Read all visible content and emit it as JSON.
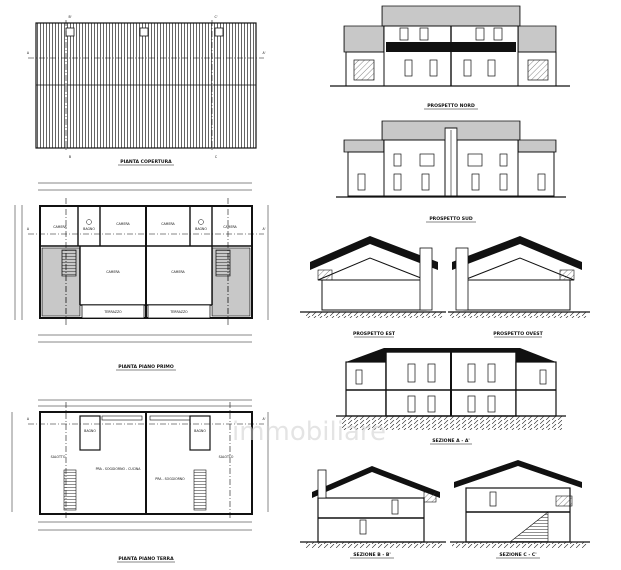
{
  "drawings": {
    "roof_plan": {
      "title": "PIANTA COPERTURA"
    },
    "first_floor_plan": {
      "title": "PIANTA PIANO PRIMO",
      "rooms": [
        "BAGNO",
        "CAMERA",
        "CAMERA",
        "CAMERA",
        "CAMERA",
        "BAGNO",
        "CAMERA",
        "CAMERA",
        "TERRAZZO",
        "TERRAZZO"
      ]
    },
    "ground_floor_plan": {
      "title": "PIANTA PIANO TERRA",
      "rooms": [
        "BAGNO",
        "BAGNO",
        "SALOTTO",
        "PRA - SOGGIORNO - CUCINA",
        "PRA - SOGGIORNO",
        "SALOTTO"
      ]
    },
    "north_elevation": {
      "title": "PROSPETTO NORD"
    },
    "south_elevation": {
      "title": "PROSPETTO SUD"
    },
    "east_elevation": {
      "title": "PROSPETTO EST"
    },
    "west_elevation": {
      "title": "PROSPETTO OVEST"
    },
    "section_aa": {
      "title": "SEZIONE A - A'"
    },
    "section_bb": {
      "title": "SEZIONE B - B'"
    },
    "section_cc": {
      "title": "SEZIONE C - C'"
    }
  },
  "section_marks": [
    "A",
    "A'",
    "B",
    "B'",
    "C",
    "C'"
  ],
  "watermark": "immobiliare"
}
